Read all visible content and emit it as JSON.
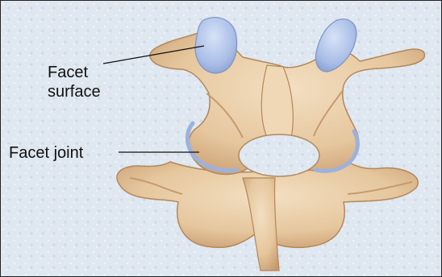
{
  "labels": {
    "facet_surface": [
      "Facet",
      "surface"
    ],
    "facet_joint": "Facet joint"
  },
  "colors": {
    "background": "#dfe7f0",
    "bone": "#e6c79e",
    "bone_shadow": "#c79a6e",
    "bone_highlight": "#f3dfc2",
    "facet_cartilage": "#a9bde6",
    "leader_line": "#111111"
  }
}
